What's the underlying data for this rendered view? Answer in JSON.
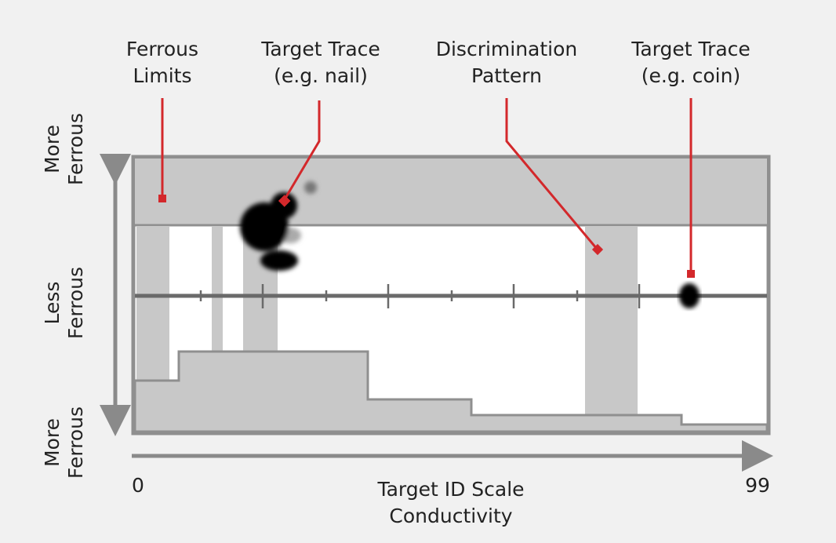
{
  "callouts": {
    "ferrous_limits": [
      "Ferrous",
      "Limits"
    ],
    "nail_trace": [
      "Target Trace",
      "(e.g. nail)"
    ],
    "discrimination": [
      "Discrimination",
      "Pattern"
    ],
    "coin_trace": [
      "Target Trace",
      "(e.g. coin)"
    ]
  },
  "y_axis": {
    "top": [
      "More",
      "Ferrous"
    ],
    "middle": [
      "Less",
      "Ferrous"
    ],
    "bottom": [
      "More",
      "Ferrous"
    ]
  },
  "x_axis": {
    "min": "0",
    "max": "99",
    "title": [
      "Target ID Scale",
      "Conductivity"
    ]
  },
  "colors": {
    "callout": "#d3282b",
    "fill": "#c8c8c8",
    "frame": "#8f8f8f",
    "trace": "#000000"
  }
}
